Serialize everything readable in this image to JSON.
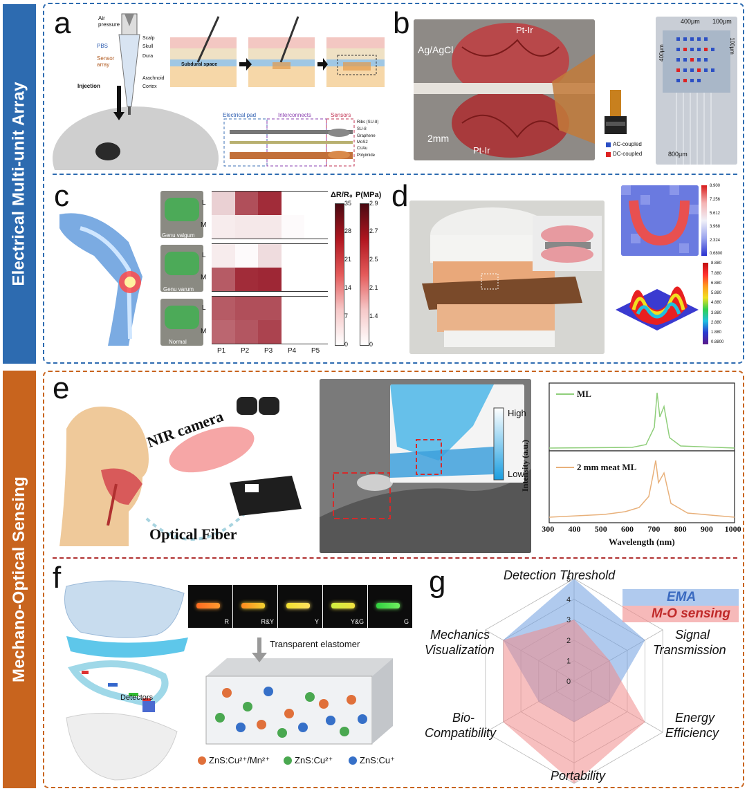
{
  "sections": {
    "top": {
      "label": "Electrical Multi-unit Array",
      "color": "#2d6bb0"
    },
    "bottom": {
      "label": "Mechano-Optical Sensing",
      "color": "#c8641e"
    }
  },
  "panels": {
    "a": {
      "letter": "a",
      "labels": [
        "Air pressure",
        "PBS",
        "Sensor array",
        "Injection",
        "Scalp",
        "Skull",
        "Dura",
        "Arachnoid",
        "Cortex",
        "Subdural space",
        "Electrical pad",
        "Interconnects",
        "Sensors",
        "Ribs (SU-8)",
        "SU-8",
        "Graphene",
        "MoS2",
        "Cr/Au",
        "Polyimide"
      ]
    },
    "b": {
      "letter": "b",
      "labels": {
        "agagcl": "Ag/AgCl",
        "ptir1": "Pt-Ir",
        "ptir2": "Pt-Ir",
        "scale": "2mm",
        "s400a": "400μm",
        "s100a": "100μm",
        "s400b": "400μm",
        "s100b": "100μm",
        "s800": "800μm",
        "ac": "AC-coupled",
        "dc": "DC-coupled"
      }
    },
    "c": {
      "letter": "c",
      "rows": [
        "Genu valgum",
        "Genu varum",
        "Normal"
      ],
      "lm": [
        "L",
        "M"
      ],
      "cols": [
        "P1",
        "P2",
        "P3",
        "P4",
        "P5"
      ],
      "bar1_title": "ΔR/R₀",
      "bar2_title": "P(MPa)",
      "bar1_ticks": [
        "35",
        "28",
        "21",
        "14",
        "7",
        "0"
      ],
      "bar2_ticks": [
        "2.9",
        "2.7",
        "2.5",
        "2.1",
        "1.4",
        "0"
      ],
      "heat": [
        [
          [
            0.2,
            0.75,
            0.9,
            0,
            0
          ],
          [
            0.08,
            0.1,
            0.1,
            0.02,
            0
          ]
        ],
        [
          [
            0.08,
            0.02,
            0.15,
            0,
            0
          ],
          [
            0.7,
            0.9,
            0.92,
            0,
            0
          ]
        ],
        [
          [
            0.7,
            0.75,
            0.75,
            0,
            0
          ],
          [
            0.65,
            0.72,
            0.8,
            0,
            0
          ]
        ]
      ]
    },
    "d": {
      "letter": "d",
      "top_ticks": [
        "8.900",
        "7.256",
        "5.612",
        "3.968",
        "2.324",
        "0.6800"
      ],
      "bottom_ticks": [
        "8.880",
        "7.880",
        "6.880",
        "5.880",
        "4.880",
        "3.880",
        "2.880",
        "1.880",
        "0.8800"
      ]
    },
    "e": {
      "letter": "e",
      "nir": "NIR camera",
      "fiber": "Optical Fiber",
      "high": "High",
      "low": "Low",
      "plot": {
        "ylabel": "Intensity (a.u.)",
        "xlabel": "Wavelength (nm)",
        "xticks": [
          "300",
          "400",
          "500",
          "600",
          "700",
          "800",
          "900",
          "1000"
        ],
        "legend1": "ML",
        "legend2": "2 mm meat ML"
      }
    },
    "f": {
      "letter": "f",
      "strips": [
        "R",
        "R&Y",
        "Y",
        "Y&G",
        "G"
      ],
      "elastomer": "Transparent elastomer",
      "detectors": "Detectors",
      "legend": [
        "ZnS:Cu²⁺/Mn²⁺",
        "ZnS:Cu²⁺",
        "ZnS:Cu⁺"
      ]
    },
    "g": {
      "letter": "g"
    }
  },
  "chart_data": {
    "type": "radar",
    "axes": [
      "Detection Threshold",
      "Signal Transmission",
      "Energy Efficiency",
      "Portability",
      "Bio-Compatibility",
      "Mechanics Visualization"
    ],
    "axis_labels": {
      "detection": "Detection Threshold",
      "signal1": "Signal",
      "signal2": "Transmission",
      "energy1": "Energy",
      "energy2": "Efficiency",
      "portability": "Portability",
      "bio1": "Bio-",
      "bio2": "Compatibility",
      "mech1": "Mechanics",
      "mech2": "Visualization"
    },
    "ticks": [
      "5",
      "4",
      "3",
      "2",
      "1",
      "0"
    ],
    "range": [
      0,
      5
    ],
    "series": [
      {
        "name": "EMA",
        "values": [
          5,
          4,
          2,
          2,
          2,
          4
        ],
        "color": "#6f9ee0"
      },
      {
        "name": "M-O sensing",
        "values": [
          3,
          2,
          4,
          5,
          4,
          4
        ],
        "color": "#f08a8a"
      }
    ],
    "legend_placement": "top-right"
  }
}
